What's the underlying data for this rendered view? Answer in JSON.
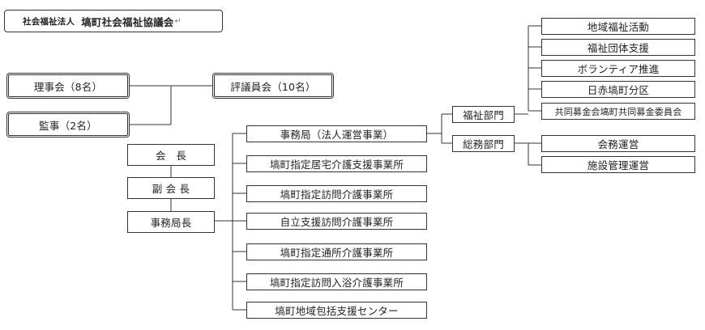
{
  "header": {
    "prefix": "社会福祉法人",
    "org_name": "塙町社会福祉協議会",
    "return_mark": "↵"
  },
  "governance": {
    "board": "理事会（8名）",
    "auditors": "監事（2名）",
    "councilors": "評議員会（10名）"
  },
  "officers": {
    "president": "会　長",
    "vice_president": "副 会 長",
    "secretary_general": "事務局長"
  },
  "offices": [
    "事務局（法人運営事業）",
    "塙町指定居宅介護支援事業所",
    "塙町指定訪問介護事業所",
    "自立支援訪問介護事業所",
    "塙町指定通所介護事業所",
    "塙町指定訪問入浴介護事業所",
    "塙町地域包括支援センター"
  ],
  "divisions": {
    "welfare": "福祉部門",
    "general_affairs": "総務部門"
  },
  "welfare_units": [
    "地域福祉活動",
    "福祉団体支援",
    "ボランティア推進",
    "日赤塙町分区",
    "共同募金会塙町共同募金委員会"
  ],
  "general_affairs_units": [
    "会務運営",
    "施設管理運営"
  ],
  "colors": {
    "line": "#333333",
    "background": "#ffffff"
  }
}
